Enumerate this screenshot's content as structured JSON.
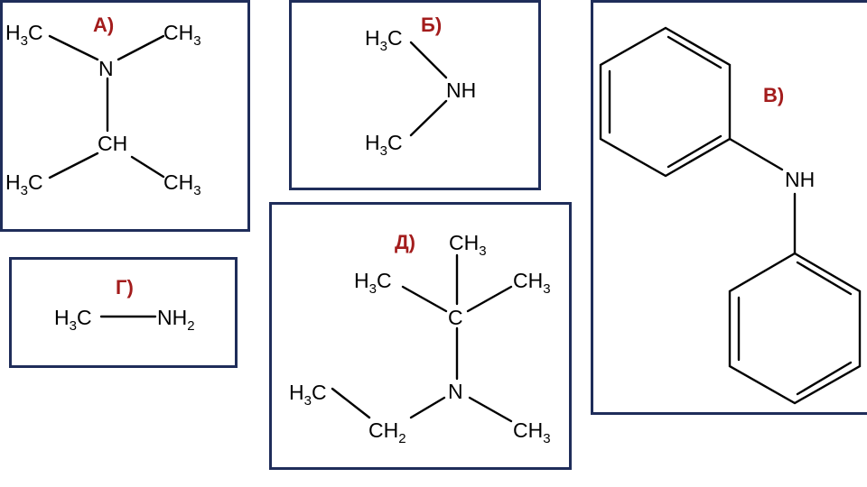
{
  "colors": {
    "box_border": "#1f2d5a",
    "label": "#a31c1c",
    "bond": "#000000"
  },
  "panels": {
    "a": {
      "label": "А)",
      "atoms": {
        "n": "N",
        "ch": "CH",
        "h3c_tl_h": "H",
        "h3c_tl_sub": "3",
        "h3c_tl_c": "C",
        "ch3_tr_ch": "CH",
        "ch3_tr_sub": "3",
        "h3c_bl_h": "H",
        "h3c_bl_sub": "3",
        "h3c_bl_c": "C",
        "ch3_br_ch": "CH",
        "ch3_br_sub": "3"
      }
    },
    "b": {
      "label": "Б)",
      "atoms": {
        "nh": "NH",
        "h3c_t_h": "H",
        "h3c_t_sub": "3",
        "h3c_t_c": "C",
        "h3c_b_h": "H",
        "h3c_b_sub": "3",
        "h3c_b_c": "C"
      }
    },
    "v": {
      "label": "В)",
      "atoms": {
        "nh": "NH"
      }
    },
    "g": {
      "label": "Г)",
      "atoms": {
        "h3c_h": "H",
        "h3c_sub": "3",
        "h3c_c": "C",
        "nh2_nh": "NH",
        "nh2_sub": "2"
      }
    },
    "d": {
      "label": "Д)",
      "atoms": {
        "c": "C",
        "n": "N",
        "ch3_top_ch": "CH",
        "ch3_top_sub": "3",
        "h3c_l_h": "H",
        "h3c_l_sub": "3",
        "h3c_l_c": "C",
        "ch3_r_ch": "CH",
        "ch3_r_sub": "3",
        "h3c_e_h": "H",
        "h3c_e_sub": "3",
        "h3c_e_c": "C",
        "ch2_ch": "CH",
        "ch2_sub": "2",
        "ch3_nr_ch": "CH",
        "ch3_nr_sub": "3"
      }
    }
  }
}
